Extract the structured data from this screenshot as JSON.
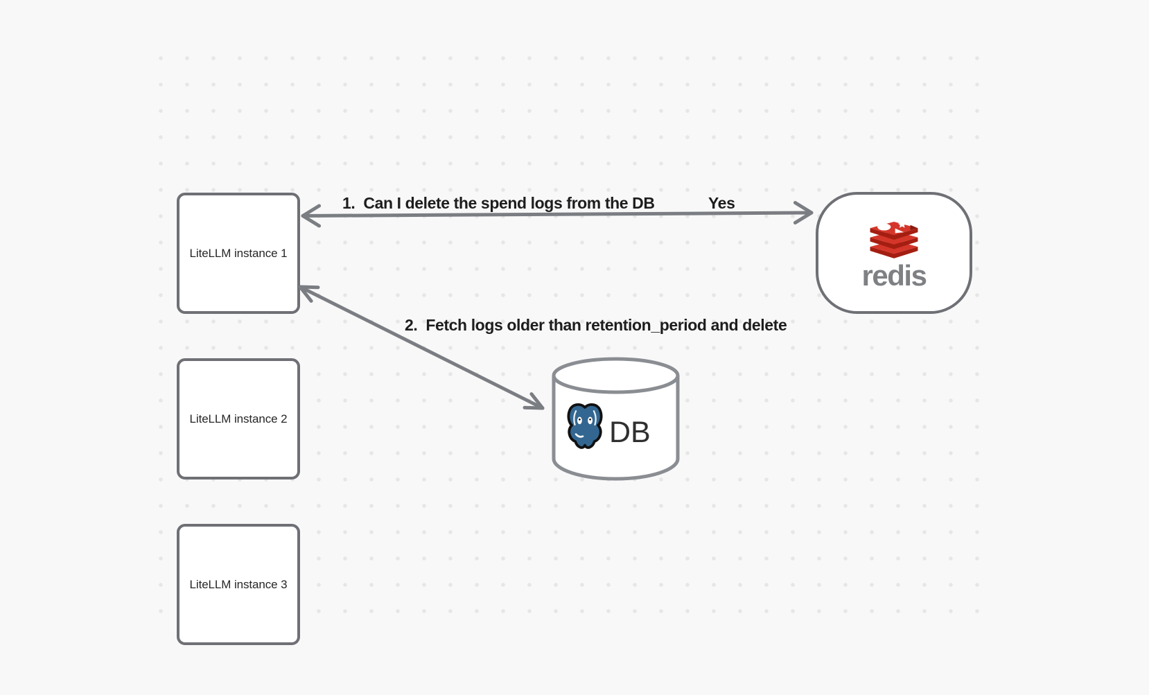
{
  "diagram": {
    "instances": [
      {
        "label": "LiteLLM instance 1"
      },
      {
        "label": "LiteLLM instance 2"
      },
      {
        "label": "LiteLLM instance 3"
      }
    ],
    "redis": {
      "wordmark": "redis",
      "icon": "redis-logo-icon"
    },
    "db": {
      "label": "DB",
      "icon": "postgresql-elephant-icon"
    },
    "flows": [
      {
        "label": "1.  Can I delete the spend logs from the DB",
        "reply": "Yes",
        "from": "redis",
        "to": "litellm-instance-1",
        "bidirectional": true
      },
      {
        "label": "2.  Fetch logs older than retention_period and delete",
        "from": "litellm-instance-1",
        "to": "db",
        "bidirectional": true
      }
    ],
    "colors": {
      "background": "#f8f8f8",
      "grid_dots": "#e6e6e6",
      "shape_border": "#6e7075",
      "cylinder_border": "#8a8d92",
      "arrow": "#7a7d82",
      "label_text": "#1d1d1d",
      "redis_red": "#d5362a",
      "redis_red_dark": "#a41e11",
      "redis_text_gray": "#7e8083",
      "postgres_blue": "#336791"
    }
  }
}
